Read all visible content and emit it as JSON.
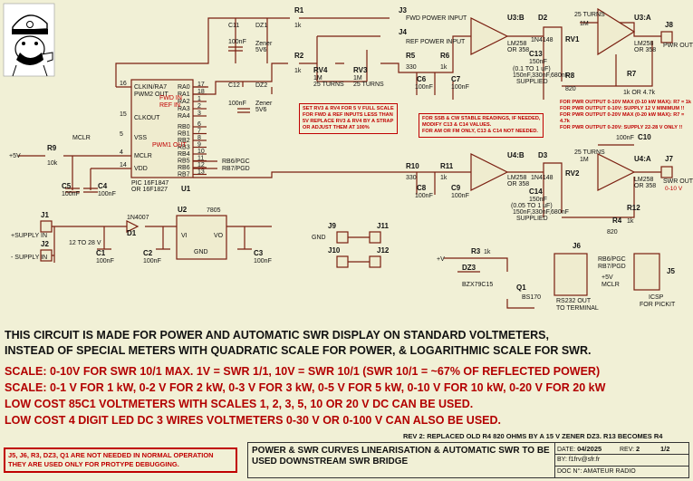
{
  "schematic": {
    "ic_u1": {
      "pins_left": [
        "CLKIN/RA7",
        "PWM2 OUT",
        "",
        "CLKOUT",
        "VSS",
        "MCLR",
        "VDD"
      ],
      "pins_right": [
        "RA0",
        "RA1",
        "RA2",
        "RA3",
        "RA4",
        "RB0",
        "RB1",
        "RB2",
        "RB3",
        "RB4",
        "RB5",
        "RB6",
        "RB7"
      ],
      "inner": [
        "FWD IN",
        "REF IN",
        "PWM1 OUT"
      ],
      "pin_nums_left": [
        "16",
        "15",
        "5",
        "4",
        "14"
      ],
      "pin_nums_right": [
        "17",
        "18",
        "1",
        "2",
        "3",
        "6",
        "7",
        "8",
        "9",
        "10",
        "11",
        "12",
        "13"
      ],
      "part": "PIC 16F1847",
      "part2": "OR 16F1827",
      "ref": "U1"
    },
    "labels": {
      "c11": "C11",
      "c11v": "100nF",
      "dz1": "DZ1",
      "dz1a": "Zener",
      "dz1b": "5V6",
      "c12": "C12",
      "c12v": "100nF",
      "dz2": "DZ2",
      "dz2a": "Zener",
      "dz2b": "5V6",
      "r1": "R1",
      "r1v": "1k",
      "r2": "R2",
      "r2v": "1k",
      "rv4": "RV4",
      "rv4a": "1M",
      "rv4b": "25 TURNS",
      "rv3": "RV3",
      "rv3a": "1M",
      "rv3b": "25 TURNS",
      "j3": "J3",
      "j3l": "FWD POWER INPUT",
      "j4": "J4",
      "j4l": "REF POWER INPUT",
      "r5": "R5",
      "r5v": "330",
      "r6": "R6",
      "r6v": "1k",
      "c6": "C6",
      "c6v": "100nF",
      "c7": "C7",
      "c7v": "100nF",
      "u3b": "U3:B",
      "u3bp": "LM258",
      "u3bp2": "OR 358",
      "d2": "D2",
      "d2v": "1N4148",
      "c13": "C13",
      "c13a": "150nF",
      "c13b": "(0.1 TO 1 uF)",
      "c13c": "150nF,330nF,680nF",
      "c13d": "SUPPLIED",
      "rv1": "RV1",
      "rv1a": "25 TURNS",
      "rv1b": "1M",
      "u3a": "U3:A",
      "u3ap": "LM258",
      "u3ap2": "OR 358",
      "j8": "J8",
      "j8l": "PWR OUT",
      "r8": "R8",
      "r8v": "820",
      "r7": "R7",
      "r7v": "1k OR 4.7k",
      "r9": "R9",
      "r9v": "10k",
      "plus5v": "+5V",
      "mclr": "MCLR",
      "c5": "C5",
      "c5v": "100nF",
      "c4": "C4",
      "c4v": "100nF",
      "rb6": "RB6/PGC",
      "rb7": "RB7/PGD",
      "r10": "R10",
      "r10v": "330",
      "r11": "R11",
      "r11v": "1k",
      "c8": "C8",
      "c8v": "100nF",
      "c9": "C9",
      "c9v": "100nF",
      "u4b": "U4:B",
      "u4bp": "LM258",
      "u4bp2": "OR 358",
      "d3": "D3",
      "d3v": "1N4148",
      "c14": "C14",
      "c14a": "150nF",
      "c14b": "(0.05 TO 1 uF)",
      "c14c": "150nF,330nF,680nF",
      "c14d": "SUPPLIED",
      "rv2": "RV2",
      "rv2a": "25 TURNS",
      "rv2b": "1M",
      "c10": "C10",
      "c10v": "100nF",
      "u4a": "U4:A",
      "u4ap": "LM258",
      "u4ap2": "OR 358",
      "j7": "J7",
      "j7l": "SWR OUT",
      "j7l2": "0-10 V",
      "r12": "R12",
      "r12v": "1k",
      "r4": "R4",
      "r4v": "820",
      "j1": "J1",
      "j1l": "+SUPPLY IN",
      "j2": "J2",
      "j2l": "- SUPPLY IN",
      "range": "12 TO 28 V",
      "d1": "D1",
      "d1v": "1N4007",
      "c1": "C1",
      "c1v": "100nF",
      "c2": "C2",
      "c2v": "100nF",
      "u2": "U2",
      "u2v": "7805",
      "vi": "VI",
      "vo": "VO",
      "gnd": "GND",
      "c3": "C3",
      "c3v": "100nF",
      "j9": "J9",
      "j10": "J10",
      "j11": "J11",
      "j12": "J12",
      "gndlbl": "GND",
      "r3": "R3",
      "r3v": "1k",
      "dz3": "DZ3",
      "dz3v": "BZX79C15",
      "q1": "Q1",
      "q1v": "BS170",
      "plusv": "+V",
      "j6": "J6",
      "j6l": "RS232 OUT",
      "j6l2": "TO TERMINAL",
      "j5": "J5",
      "j5l": "ICSP",
      "j5l2": "FOR PICKIT",
      "icsp1": "RB6/PGC",
      "icsp2": "RB7/PGD",
      "icsp3": "+5V",
      "icsp4": "MCLR"
    },
    "note_scale": [
      "SET RV3 & RV4 FOR 5 V FULL SCALE",
      "FOR FWD & REF INPUTS LESS THAN",
      "5V REPLACE RV3 & RV4 BY A STRAP",
      "OR ADJUST THEM AT 100%"
    ],
    "note_ssb": [
      "FOR SSB & CW STABLE READINGS, IF NEEDED,",
      "MODIFY C13 & C14 VALUES.",
      "FOR AM OR FM ONLY,  C13 & C14 NOT NEEDED."
    ],
    "note_r7": [
      "FOR PWR OUTPUT 0-10V MAX (0-10 kW MAX): R7 = 1k",
      "FOR PWR OUTPUT 0-10V: SUPPLY 12 V MINIMUM !!",
      "FOR PWR OUTPUT 0-20V MAX (0-20 kW MAX): R7 = 4.7k",
      "FOR PWR OUTPUT 0-20V: SUPPLY 22-28 V ONLY !!"
    ]
  },
  "text": {
    "line1": "THIS CIRCUIT IS MADE FOR POWER AND AUTOMATIC SWR DISPLAY ON STANDARD VOLTMETERS,",
    "line2": "INSTEAD OF SPECIAL METERS WITH QUADRATIC SCALE FOR POWER, & LOGARITHMIC SCALE FOR SWR.",
    "line3": "SCALE: 0-10V FOR SWR 10/1 MAX.   1V = SWR 1/1,  10V = SWR 10/1   (SWR 10/1 = ~67% OF REFLECTED POWER)",
    "line4": "SCALE: 0-1 V FOR 1 kW, 0-2 V FOR 2 kW, 0-3 V FOR 3 kW, 0-5 V FOR 5 kW, 0-10 V FOR 10 kW, 0-20 V FOR  20 kW",
    "line5": "LOW COST 85C1 VOLTMETERS WITH SCALES 1, 2, 3, 5, 10 OR 20 V DC CAN BE USED.",
    "line6": "LOW COST 4 DIGIT LED DC 3 WIRES VOLTMETERS 0-30 V OR 0-100 V CAN ALSO BE USED.",
    "rev": "REV 2: REPLACED OLD R4 820 OHMS BY A 15 V ZENER DZ3.   R13 BECOMES R4",
    "debug": "J5, J6, R3, DZ3, Q1  ARE NOT NEEDED IN NORMAL OPERATION THEY ARE USED ONLY FOR PROTYPE DEBUGGING."
  },
  "titleblock": {
    "title": "POWER & SWR CURVES LINEARISATION & AUTOMATIC SWR TO BE USED DOWNSTREAM SWR BRIDGE",
    "date_label": "DATE:",
    "date": "04/2025",
    "rev_label": "REV:",
    "rev": "2",
    "page": "1/2",
    "by_label": "BY:",
    "by": "f1frv@sfr.fr",
    "doc_label": "DOC N°:",
    "doc": "AMATEUR RADIO"
  },
  "colors": {
    "wire": "#7a1f10",
    "background": "#f1f0d6",
    "note": "#c00000"
  }
}
